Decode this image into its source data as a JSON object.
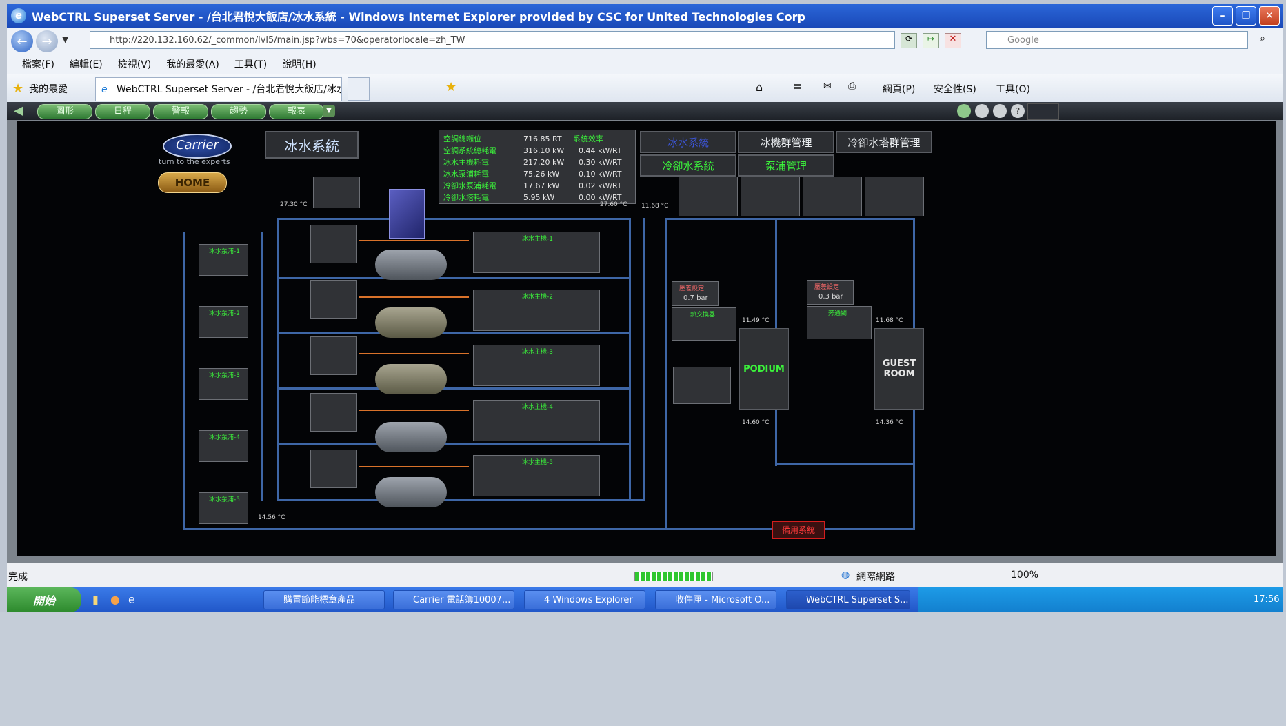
{
  "window": {
    "title": "WebCTRL Superset Server - /台北君悅大飯店/冰水系統 - Windows Internet Explorer provided by CSC for United Technologies Corp"
  },
  "address": {
    "url": "http://220.132.160.62/_common/lvl5/main.jsp?wbs=70&operatorlocale=zh_TW",
    "search_placeholder": "Google"
  },
  "menu": [
    "檔案(F)",
    "編輯(E)",
    "檢視(V)",
    "我的最愛(A)",
    "工具(T)",
    "說明(H)"
  ],
  "favorites": {
    "label": "我的最愛",
    "tab_title": "WebCTRL Superset Server - /台北君悅大飯店/冰水...",
    "right_items": [
      "網頁(P)",
      "安全性(S)",
      "工具(O)"
    ]
  },
  "app": {
    "nav_buttons": [
      "圖形",
      "日程",
      "警報",
      "趨勢",
      "報表"
    ],
    "logo": {
      "brand": "Carrier",
      "tagline": "turn to the experts",
      "home": "HOME"
    },
    "system_title": "冰水系統",
    "summary": {
      "rows": [
        {
          "label": "空調總噸位",
          "value": "716.85 RT",
          "label2": "系統效率",
          "value2": ""
        },
        {
          "label": "空調系統總耗電",
          "value": "316.10 kW",
          "label2": "",
          "value2": "0.44 kW/RT"
        },
        {
          "label": "冰水主機耗電",
          "value": "217.20 kW",
          "label2": "",
          "value2": "0.30 kW/RT"
        },
        {
          "label": "冰水泵浦耗電",
          "value": "75.26 kW",
          "label2": "",
          "value2": "0.10 kW/RT"
        },
        {
          "label": "冷卻水泵浦耗電",
          "value": "17.67 kW",
          "label2": "",
          "value2": "0.02 kW/RT"
        },
        {
          "label": "冷卻水塔耗電",
          "value": "5.95 kW",
          "label2": "",
          "value2": "0.00 kW/RT"
        }
      ]
    },
    "system_buttons": [
      "冰水系統",
      "冰機群管理",
      "冷卻水塔群管理",
      "冷卻水系統",
      "泵浦管理"
    ],
    "chillers": [
      "冰水主機-1",
      "冰水主機-2",
      "冰水主機-3",
      "冰水主機-4",
      "冰水主機-5"
    ],
    "pumps": [
      "冰水泵浦-1",
      "冰水泵浦-2",
      "冰水泵浦-3",
      "冰水泵浦-4",
      "冰水泵浦-5"
    ],
    "zones": {
      "podium": "PODIUM",
      "guest": "GUEST ROOM"
    },
    "pressure_a": {
      "label": "壓差設定",
      "value": "0.7 bar"
    },
    "pressure_b": {
      "label": "壓差設定",
      "value": "0.3 bar"
    },
    "heat_exchanger_label": "熱交換器",
    "bypass_label": "旁通閥",
    "readings": {
      "t1": "27.30 °C",
      "t2": "27.60 °C",
      "t3": "11.68 °C",
      "t_podium_out": "14.60 °C",
      "t_guest_out": "14.36 °C",
      "t_return": "14.56 °C",
      "t_supply_a": "11.49 °C",
      "t_supply_b": "11.68 °C"
    },
    "red_button": "備用系統"
  },
  "status": {
    "left": "完成",
    "zone": "網際網路",
    "zoom": "100%"
  },
  "taskbar": {
    "start": "開始",
    "tasks": [
      "購置節能標章產品",
      "Carrier 電話簿10007...",
      "4 Windows Explorer",
      "收件匣 - Microsoft O...",
      "WebCTRL Superset S..."
    ],
    "clock": "17:56"
  },
  "colors": {
    "accent_green": "#3bf23b",
    "pipe_blue": "#3e66a6",
    "pipe_orange": "#d9722a",
    "alarm_red": "#d41d1d"
  }
}
